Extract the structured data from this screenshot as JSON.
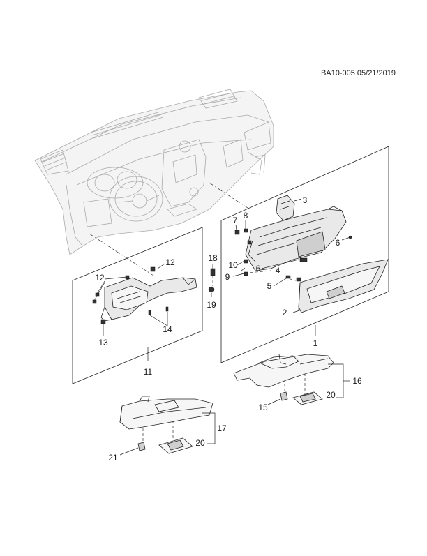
{
  "caption": "BA10-005 05/21/2019",
  "callouts": {
    "c1": "1",
    "c2": "2",
    "c3": "3",
    "c4": "4",
    "c5": "5",
    "c6a": "6",
    "c6b": "6",
    "c7": "7",
    "c8": "8",
    "c9": "9",
    "c10": "10",
    "c11": "11",
    "c12a": "12",
    "c12b": "12",
    "c13": "13",
    "c14": "14",
    "c15": "15",
    "c16": "16",
    "c17": "17",
    "c18": "18",
    "c19": "19",
    "c20a": "20",
    "c20b": "20",
    "c21": "21"
  }
}
